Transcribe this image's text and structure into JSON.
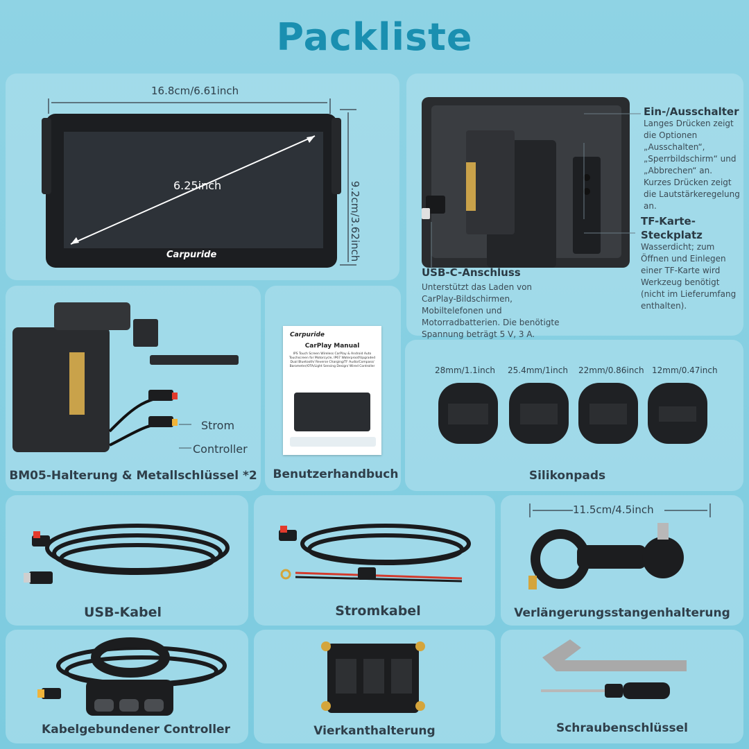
{
  "title": "Packliste",
  "display": {
    "width_dim": "16.8cm/6.61inch",
    "height_dim": "9.2cm/3.62inch",
    "diagonal": "6.25inch",
    "brand": "Carpuride"
  },
  "back_view": {
    "power_title": "Ein-/Ausschalter",
    "power_desc": "Langes Drücken zeigt die Optionen „Ausschalten“, „Sperrbildschirm“ und „Abbrechen“ an. Kurzes Drücken zeigt die Lautstärkeregelung an.",
    "tf_title_1": "TF-Karte-",
    "tf_title_2": "Steckplatz",
    "tf_desc": "Wasserdicht; zum Öffnen und Einlegen einer TF-Karte wird Werkzeug benötigt (nicht im Lieferumfang enthalten).",
    "usb_title": "USB-C-Anschluss",
    "usb_desc": "Unterstützt das Laden von CarPlay-Bildschirmen, Mobiltelefonen und Motorradbatterien. Die benötigte Spannung beträgt 5 V, 3 A."
  },
  "mount": {
    "label_strom": "Strom",
    "label_controller": "Controller",
    "caption": "BM05-Halterung & Metallschlüssel *2"
  },
  "manual": {
    "brand": "Carpuride",
    "heading": "CarPlay Manual",
    "small_text": "IPS Touch Screen Wireless CarPlay & Android Auto Touchscreen for Motorcycle, IP67 Waterproof/Upgraded Dual Bluetooth/ Reverse Charging/TF Audio/Compass/ Barometer/OTA/Light Sensing Design/ Wired Controller",
    "caption": "Benutzerhandbuch"
  },
  "pads": {
    "sizes": [
      "28mm/1.1inch",
      "25.4mm/1inch",
      "22mm/0.86inch",
      "12mm/0.47inch"
    ],
    "caption": "Silikonpads"
  },
  "usb_cable": {
    "caption": "USB-Kabel"
  },
  "power_cable": {
    "caption": "Stromkabel"
  },
  "extension": {
    "dim": "11.5cm/4.5inch",
    "caption": "Verlängerungsstangenhalterung"
  },
  "controller": {
    "caption": "Kabelgebundener Controller"
  },
  "square_mount": {
    "caption": "Vierkanthalterung"
  },
  "wrench": {
    "caption": "Schraubenschlüssel"
  },
  "colors": {
    "accent": "#1a8fb0",
    "background": "#85cfe1",
    "card": "#aadeec",
    "device": "#1e2023"
  }
}
